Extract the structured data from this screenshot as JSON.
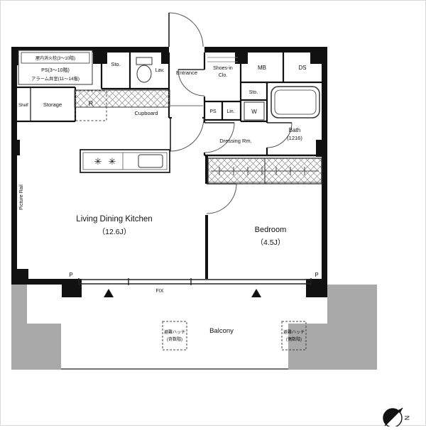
{
  "colors": {
    "wall": "#111111",
    "balcony_wall": "#a9a9a9",
    "line": "#333333",
    "background": "#ffffff"
  },
  "rooms": {
    "ldk": {
      "name": "Living Dining Kitchen",
      "size": "（12.6J）"
    },
    "bedroom": {
      "name": "Bedroom",
      "size": "（4.5J）"
    },
    "balcony": {
      "name": "Balcony"
    },
    "entrance": {
      "name": "Entrance"
    },
    "lavatory": {
      "name": "Lav."
    },
    "bath": {
      "name": "Bath",
      "size": "(1216)"
    },
    "dressing_room": {
      "name": "Dressing Rm."
    },
    "storage": {
      "name": "Storage"
    },
    "shelf": {
      "name": "Shelf"
    },
    "shoes_in_closet": {
      "line1": "Shoes-in",
      "line2": "Clo."
    },
    "cupboard": {
      "name": "Cupboard"
    },
    "storage_top": {
      "name": "Sto."
    },
    "storage_right": {
      "name": "Sto."
    },
    "meter_box": {
      "name": "MB"
    },
    "duct_space": {
      "name": "DS"
    },
    "pipe_space": {
      "name": "PS"
    },
    "linen": {
      "name": "Lin."
    },
    "washer": {
      "name": "W"
    },
    "refrigerator": {
      "name": "R"
    },
    "picture_rail": {
      "name": "Picture Rail"
    }
  },
  "annotations": {
    "fire_hydrant": "屋内消火栓(3〜10階)",
    "pipe_shaft": "PS(3〜10階)",
    "alarm_valve_room": "アラーム弁室(11〜14階)",
    "fix_window": "FIX",
    "pillar_left": "P",
    "pillar_right": "P",
    "evac_hatch_odd": {
      "line1": "避難ハッチ",
      "line2": "(奇数階)"
    },
    "evac_hatch_even": {
      "line1": "避難ハッチ",
      "line2": "(偶数階)"
    },
    "north": "N"
  },
  "icons": {
    "stove_burner": "✳"
  }
}
